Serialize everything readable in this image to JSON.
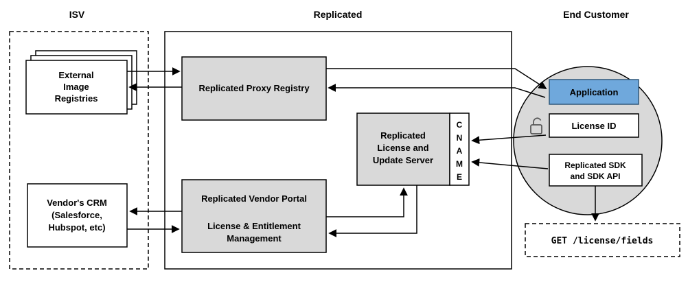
{
  "lanes": {
    "isv": "ISV",
    "replicated": "Replicated",
    "end_customer": "End Customer"
  },
  "isv": {
    "registries": {
      "line1": "External",
      "line2": "Image",
      "line3": "Registries"
    },
    "crm": {
      "line1": "Vendor's CRM",
      "line2": "(Salesforce,",
      "line3": "Hubspot, etc)"
    }
  },
  "replicated": {
    "proxy_registry": "Replicated Proxy Registry",
    "license_server": {
      "line1": "Replicated",
      "line2": "License and",
      "line3": "Update Server"
    },
    "cname": {
      "l1": "C",
      "l2": "N",
      "l3": "A",
      "l4": "M",
      "l5": "E"
    },
    "vendor_portal": {
      "line1": "Replicated Vendor Portal",
      "line2": "License & Entitlement",
      "line3": "Management"
    }
  },
  "end_customer": {
    "application": "Application",
    "license_id": "License ID",
    "sdk": {
      "line1": "Replicated SDK",
      "line2": "and SDK API"
    },
    "get_endpoint": "GET /license/fields"
  },
  "colors": {
    "box_gray": "#d9d9d9",
    "circle_gray": "#d9d9d9",
    "app_blue_fill": "#6fa8dc",
    "app_blue_border": "#31597a",
    "app_text": "#0b2e4f",
    "line": "#000000"
  }
}
